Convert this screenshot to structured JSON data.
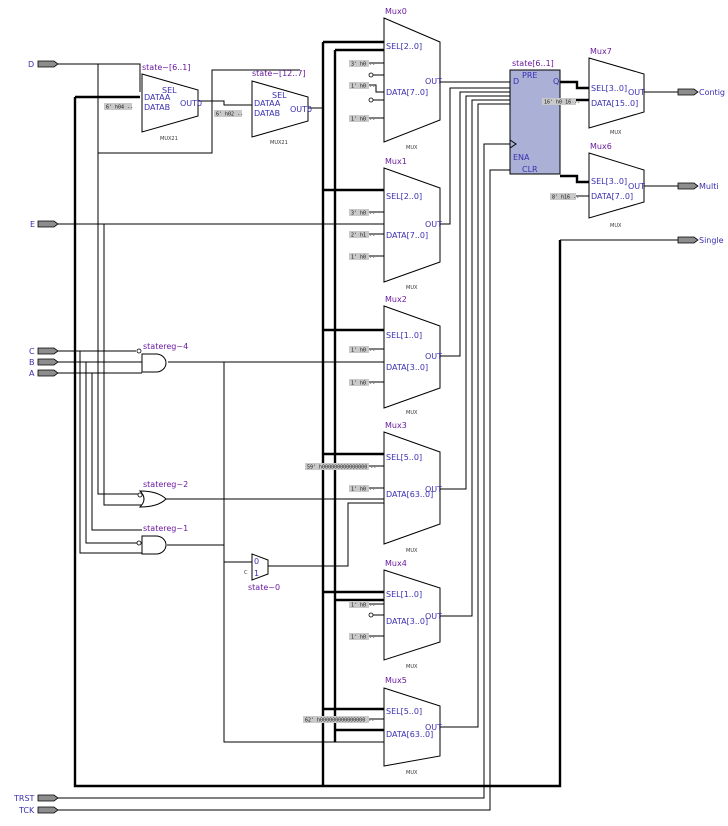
{
  "inputs": [
    {
      "id": "D",
      "label": "D"
    },
    {
      "id": "E",
      "label": "E"
    },
    {
      "id": "C",
      "label": "C"
    },
    {
      "id": "B",
      "label": "B"
    },
    {
      "id": "A",
      "label": "A"
    },
    {
      "id": "TRST",
      "label": "TRST"
    },
    {
      "id": "TCK",
      "label": "TCK"
    }
  ],
  "outputs": [
    {
      "id": "contig",
      "label": "Contig"
    },
    {
      "id": "multi",
      "label": "Multi"
    },
    {
      "id": "single",
      "label": "Single"
    }
  ],
  "mux21_blocks": [
    {
      "id": "m1",
      "title": "state~[6..1]",
      "sel": "SEL",
      "dataa": "DATAA",
      "datab": "DATAB",
      "out": "OUT0",
      "sub": "MUX21",
      "const": "6' h04 --"
    },
    {
      "id": "m2",
      "title": "state~[12..7]",
      "sel": "SEL",
      "dataa": "DATAA",
      "datab": "DATAB",
      "out": "OUT0",
      "sub": "MUX21",
      "const": "6' h02 --"
    }
  ],
  "muxes": [
    {
      "id": "mux0",
      "title": "Mux0",
      "sel": "SEL[2..0]",
      "data": "DATA[7..0]",
      "out": "OUT",
      "sub": "MUX",
      "consts": [
        "3' h0 --",
        "1' h0 --",
        "1' h0 --"
      ]
    },
    {
      "id": "mux1",
      "title": "Mux1",
      "sel": "SEL[2..0]",
      "data": "DATA[7..0]",
      "out": "OUT",
      "sub": "MUX",
      "consts": [
        "3' h0 --",
        "2' h1 --",
        "1' h0 --"
      ]
    },
    {
      "id": "mux2",
      "title": "Mux2",
      "sel": "SEL[1..0]",
      "data": "DATA[3..0]",
      "out": "OUT",
      "sub": "MUX",
      "consts": [
        "1' h0 --",
        "1' h0 --"
      ]
    },
    {
      "id": "mux3",
      "title": "Mux3",
      "sel": "SEL[5..0]",
      "data": "DATA[63..0]",
      "out": "OUT",
      "sub": "MUX",
      "consts": [
        "59' h000000000000000 --",
        "1' h0 --"
      ]
    },
    {
      "id": "mux4",
      "title": "Mux4",
      "sel": "SEL[1..0]",
      "data": "DATA[3..0]",
      "out": "OUT",
      "sub": "MUX",
      "consts": [
        "1' h0 --",
        "1' h0 --"
      ]
    },
    {
      "id": "mux5",
      "title": "Mux5",
      "sel": "SEL[5..0]",
      "data": "DATA[63..0]",
      "out": "OUT",
      "sub": "MUX",
      "consts": [
        "62' h000000000000000 --"
      ]
    },
    {
      "id": "mux7",
      "title": "Mux7",
      "sel": "SEL[3..0]",
      "data": "DATA[15..0]",
      "out": "OUT",
      "sub": "MUX",
      "consts": [
        "16' h0 16 --"
      ]
    },
    {
      "id": "mux6",
      "title": "Mux6",
      "sel": "SEL[3..0]",
      "data": "DATA[7..0]",
      "out": "OUT",
      "sub": "MUX",
      "consts": [
        "8' h16 --"
      ]
    }
  ],
  "register": {
    "title": "state[6..1]",
    "pre": "PRE",
    "d": "D",
    "q": "Q",
    "ena": "ENA",
    "clr": "CLR"
  },
  "gates": [
    {
      "id": "g4",
      "title": "statereg~4",
      "type": "and"
    },
    {
      "id": "g2",
      "title": "statereg~2",
      "type": "or"
    },
    {
      "id": "g1",
      "title": "statereg~1",
      "type": "and"
    }
  ],
  "small_mux": {
    "title": "state~0",
    "in0": "0",
    "in1": "1",
    "cin": "C"
  }
}
